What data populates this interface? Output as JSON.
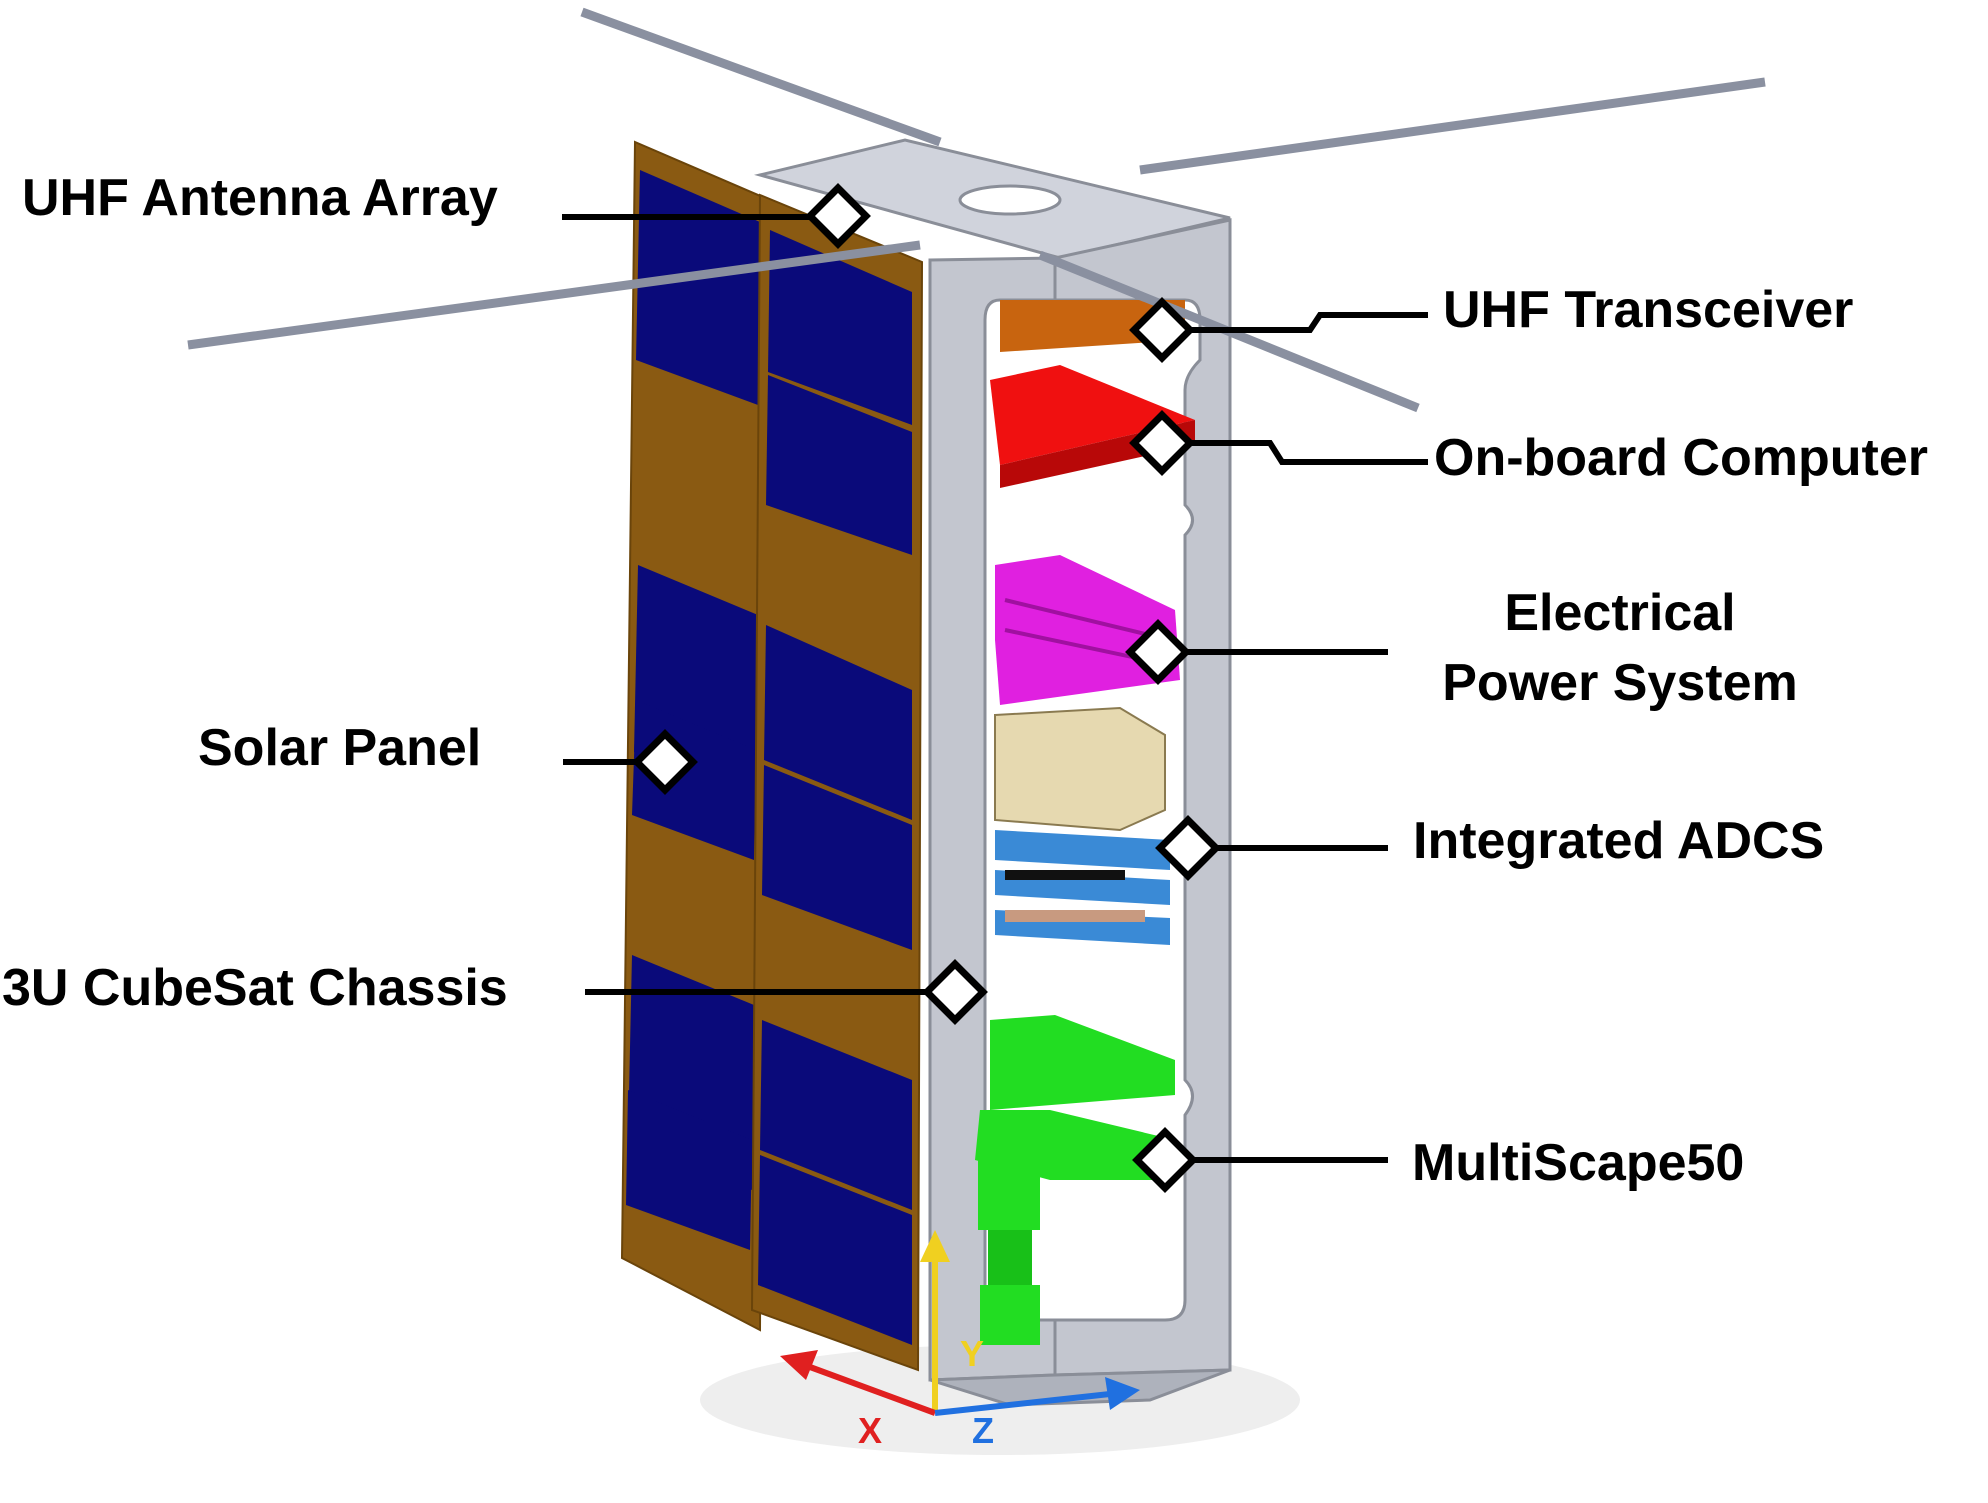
{
  "labels": {
    "uhf_antenna": "UHF Antenna Array",
    "uhf_transceiver": "UHF Transceiver",
    "obc": "On-board Computer",
    "eps_line1": "Electrical",
    "eps_line2": "Power System",
    "solar_panel": "Solar Panel",
    "adcs": "Integrated ADCS",
    "chassis": "3U CubeSat Chassis",
    "multiscape": "MultiScape50"
  },
  "axes": {
    "x": "X",
    "y": "Y",
    "z": "Z"
  },
  "colors": {
    "solar_cell": "#0a0a7a",
    "panel_substrate": "#8a5a12",
    "chassis": "#c3c6cf",
    "uhf_transceiver": "#c8640f",
    "obc": "#f01010",
    "eps": "#e020e0",
    "adcs_board": "#3a8ad6",
    "multiscape": "#22dd22",
    "antenna": "#8a90a0",
    "axis_x": "#e02020",
    "axis_y": "#f0d020",
    "axis_z": "#2070e0"
  }
}
